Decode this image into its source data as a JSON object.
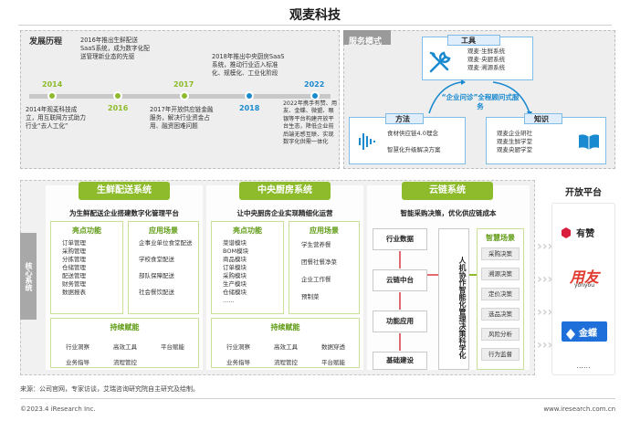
{
  "title": "观麦科技",
  "history": {
    "title": "发展历程",
    "years": [
      "2014",
      "2016",
      "2017",
      "2018",
      "2022"
    ],
    "events": [
      "2014年观麦科技成立，用互联网方式助力行业“去人工化”",
      "2016年推出生鲜配送SaaS系统，成为数字化配送管理新业态的先驱",
      "2017年开放供应链金融服务，解决行业资金占用、融资困难问题",
      "2018年推出中央厨房SaaS系统，推动行业迈入标准化、规模化、工业化阶段",
      "2022年携手有赞、用友、金蝶、微盟、眼银等平台构建开放平台生态，降低企业前后端无感互联、实现数字化供需一体化"
    ]
  },
  "service": {
    "title": "服务模式",
    "tool_label": "工具",
    "tool_items": [
      "观麦·生鲜系统",
      "观麦·央厨系统",
      "观麦·溯源系统"
    ],
    "center": "“企业问诊”全程顾问式服务",
    "method_label": "方法",
    "method_items": [
      "食材供应链4.0理念",
      "智慧化升级解决方案"
    ],
    "knowledge_label": "知识",
    "knowledge_items": [
      "观麦企业研社",
      "观麦生鲜学堂",
      "观麦央厨学堂"
    ]
  },
  "core": {
    "label": "核心系统",
    "fresh": {
      "head": "生鲜配送系统",
      "sub": "为生鲜配送企业搭建数字化管理平台",
      "feat_title": "亮点功能",
      "feat_items": [
        "订单管理",
        "采购管理",
        "分拣管理",
        "仓储管理",
        "配送管理",
        "财务管理",
        "数据报表"
      ],
      "scene_title": "应用场景",
      "scene_items": [
        "企事业单位食堂配送",
        "学校食堂配送",
        "部队保障配送",
        "社会餐饮配送"
      ],
      "sust_title": "持续赋能",
      "sust_items": [
        "行业洞察",
        "高效工具",
        "平台赋能",
        "业务指导",
        "流程管控"
      ]
    },
    "kitchen": {
      "head": "中央厨房系统",
      "sub": "让中央厨房企业实现精细化运营",
      "feat_title": "亮点功能",
      "feat_items": [
        "菜谱模块",
        "BOM模块",
        "商品模块",
        "订单模块",
        "采购模块",
        "生产模块",
        "仓储模块",
        "......"
      ],
      "scene_title": "应用场景",
      "scene_items": [
        "学生营养餐",
        "团餐社餐净菜",
        "企业工作餐",
        "预制菜"
      ],
      "sust_title": "持续赋能",
      "sust_items": [
        "行业洞察",
        "高效工具",
        "数据穿透",
        "业务指导",
        "流程管控",
        "平台赋能"
      ]
    },
    "cloud": {
      "head": "云链系统",
      "sub": "智能采购决策，优化供应链成本",
      "steps": [
        "行业数据",
        "云链中台",
        "功能应用",
        "基础建设"
      ],
      "decision": "人机协作智能化管理决策科学化",
      "smart_title": "智慧场景",
      "smart_items": [
        "采购决策",
        "溯源决策",
        "定价决策",
        "选品决策",
        "风险分析",
        "行为监督"
      ]
    }
  },
  "open": {
    "title": "开放平台",
    "logos": [
      "有赞",
      "用友",
      "yonyou",
      "金蝶",
      "......"
    ]
  },
  "footer": {
    "source": "来源：公司官网，专家访谈，艾瑞咨询研究院自主研究及绘制。",
    "copyright": "©2023.4 iResearch Inc.",
    "url": "www.iresearch.com.cn"
  },
  "colors": {
    "green": "#8dbb2c",
    "blue": "#1a8ad0",
    "red": "#e06b73"
  }
}
